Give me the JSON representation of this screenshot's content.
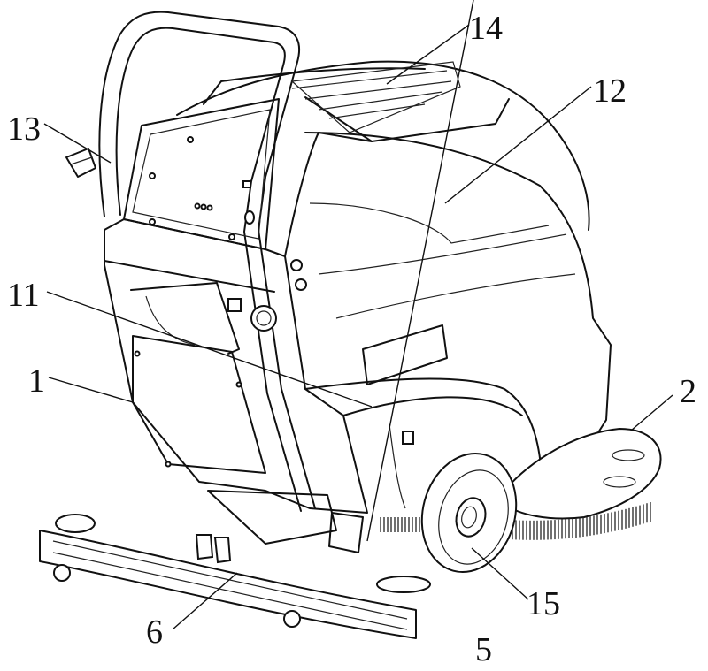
{
  "figure": {
    "subject": "floor scrubber machine, perspective line drawing",
    "background": "#ffffff",
    "line_color": "#111111"
  },
  "labels": [
    {
      "id": "1",
      "text": "1"
    },
    {
      "id": "2",
      "text": "2"
    },
    {
      "id": "5",
      "text": "5"
    },
    {
      "id": "6",
      "text": "6"
    },
    {
      "id": "11",
      "text": "11"
    },
    {
      "id": "12",
      "text": "12"
    },
    {
      "id": "13",
      "text": "13"
    },
    {
      "id": "14",
      "text": "14"
    },
    {
      "id": "15",
      "text": "15"
    }
  ]
}
